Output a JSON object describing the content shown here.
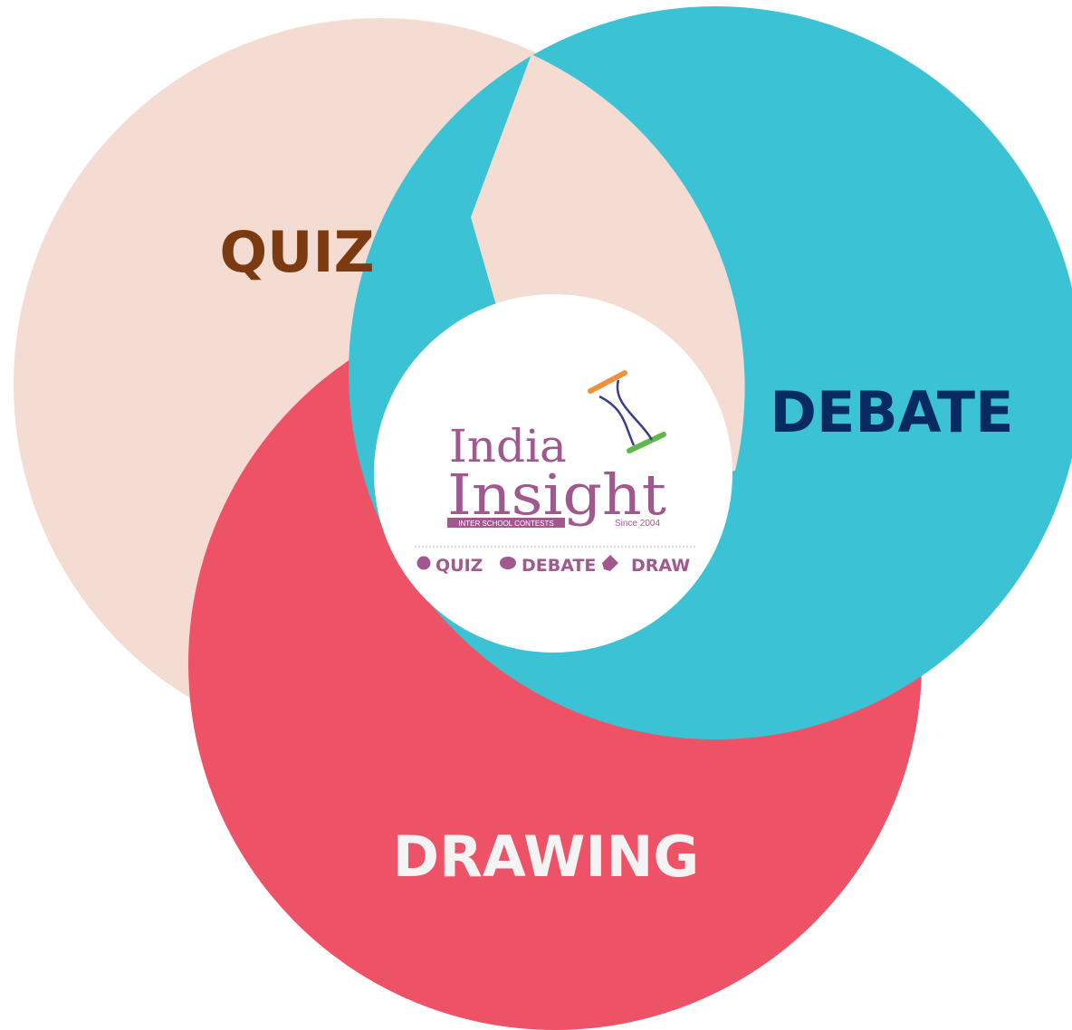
{
  "diagram": {
    "circles": [
      {
        "id": "quiz",
        "label": "QUIZ",
        "fill": "#F4DCD2",
        "text_color": "#7B3A10"
      },
      {
        "id": "debate",
        "label": "DEBATE",
        "fill": "#3BC2D4",
        "text_color": "#062B63"
      },
      {
        "id": "drawing",
        "label": "DRAWING",
        "fill": "#EE5266",
        "text_color": "#F4F4F4"
      }
    ],
    "center_fill": "#FFFFFF"
  },
  "logo": {
    "word1": "India",
    "word2": "Insight",
    "subtitle": "INTER SCHOOL CONTESTS",
    "since": "Since 2004",
    "strip": {
      "quiz": "QUIZ",
      "debate": "DEBATE",
      "draw": "DRAW"
    },
    "colors": {
      "brand_purple": "#A0588F",
      "hourglass_top": "#F0913A",
      "hourglass_bottom": "#5FB84C",
      "hourglass_line": "#3A3C8C"
    }
  }
}
